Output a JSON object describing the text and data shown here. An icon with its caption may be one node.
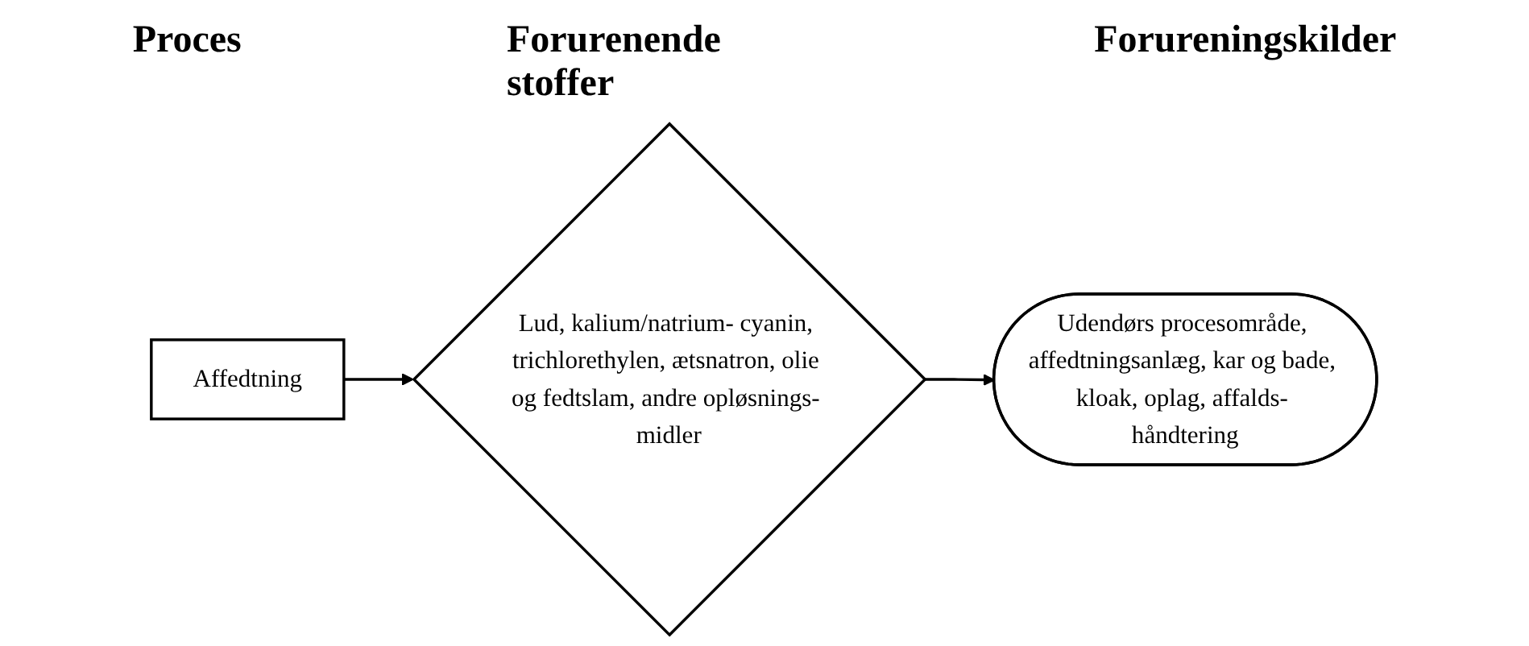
{
  "diagram": {
    "nodes": [
      {
        "text": [
          "Affedtning"
        ]
      },
      {
        "text": [
          "Lud, kalium/natrium- cyanin, trichlorethylen, ætsnatron, olie og fedtslam, andre opløsnings- midler"
        ]
      },
      {
        "text": [
          "Udendørs procesområde, affedtningsanlæg, kar og bade, kloak, oplag, affalds- håndtering"
        ]
      }
    ],
    "edges": [
      {
        "from": 0,
        "to": 1,
        "arrow": "to"
      },
      {
        "from": 1,
        "to": 2,
        "arrow": "to"
      }
    ],
    "labels": [
      "Proces",
      "Forurenende stoffer",
      "Forureningskilder"
    ]
  }
}
